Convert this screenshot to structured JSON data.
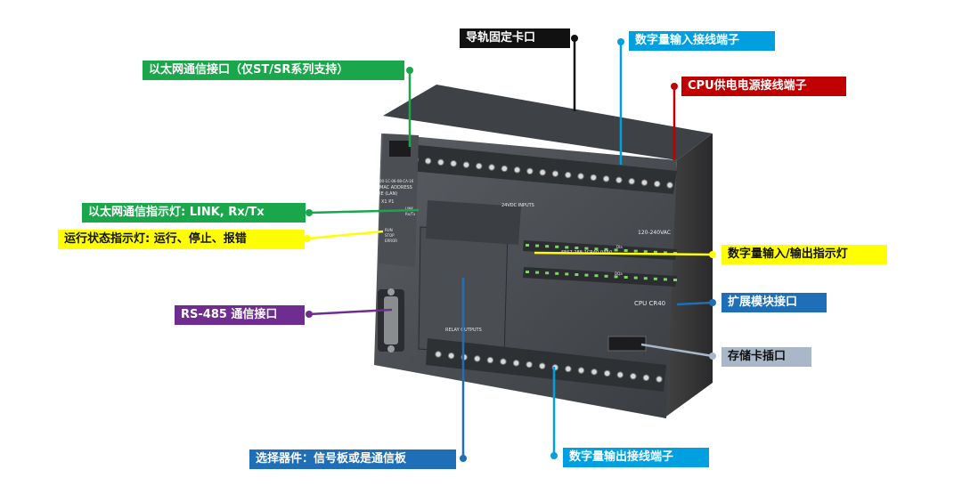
{
  "callouts": [
    {
      "id": "rail",
      "text": "导轨固定卡口",
      "bg": "#111111"
    },
    {
      "id": "din",
      "text": "数字量输入接线端子",
      "bg": "#00a0e0"
    },
    {
      "id": "eth_port",
      "text": "以太网通信接口（仅ST/SR系列支持）",
      "bg": "#1aa64a"
    },
    {
      "id": "cpu_power",
      "text": "CPU供电电源接线端子",
      "bg": "#c00000"
    },
    {
      "id": "eth_led",
      "text": "以太网通信指示灯: LINK, Rx/Tx",
      "bg": "#1aa64a"
    },
    {
      "id": "status_led",
      "text": "运行状态指示灯: 运行、停止、报错",
      "bg": "#ffff00"
    },
    {
      "id": "io_led",
      "text": "数字量输入/输出指示灯",
      "bg": "#ffff00"
    },
    {
      "id": "expansion",
      "text": "扩展模块接口",
      "bg": "#1e6fb8"
    },
    {
      "id": "rs485",
      "text": "RS-485 通信接口",
      "bg": "#6f2c91"
    },
    {
      "id": "sdcard",
      "text": "存储卡插口",
      "bg": "#a9b7c9"
    },
    {
      "id": "board",
      "text": "选择器件：信号板或是通信板",
      "bg": "#1e6fb8"
    },
    {
      "id": "dout",
      "text": "数字量输出接线端子",
      "bg": "#00a0e0"
    }
  ],
  "plc": {
    "model": "CPU CR40",
    "part_no": "6ES7 288-1CR40-0AA0",
    "mac_label": "MAC ADDRESS",
    "mac_value": "00-1C-06-08-CA-16",
    "ie_label": "IE (LAN)",
    "port_label": "X1 P1",
    "link_label": "LINK",
    "rxtx_label": "Rx/Tx",
    "input_label": "24VDC INPUTS",
    "output_label": "RELAY OUTPUTS",
    "power_label": "120-240VAC",
    "run_label": "RUN",
    "stop_label": "STOP",
    "error_label": "ERROR",
    "di_label": "DIa",
    "dq_label": "DQa"
  }
}
